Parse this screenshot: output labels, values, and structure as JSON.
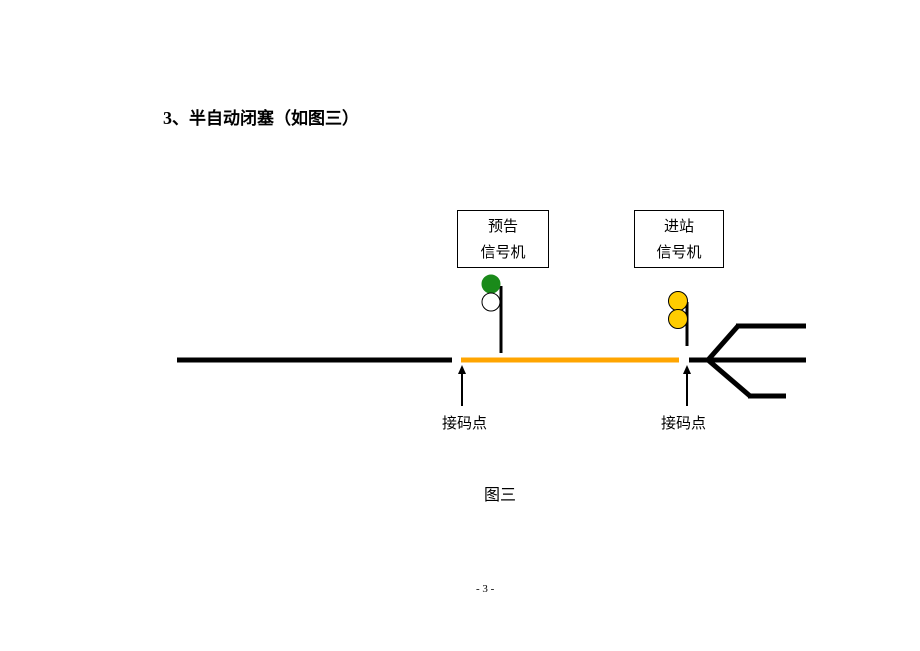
{
  "heading": {
    "number": "3",
    "text": "、半自动闭塞（如图三）"
  },
  "signals": {
    "distant": {
      "line1": "预告",
      "line2": "信号机",
      "lamps": [
        "green",
        "white"
      ]
    },
    "home": {
      "line1": "进站",
      "line2": "信号机",
      "lamps": [
        "yellow",
        "yellow"
      ]
    }
  },
  "coding_points": {
    "left_label": "接码点",
    "right_label": "接码点"
  },
  "caption": "图三",
  "page_number": "- 3 -",
  "colors": {
    "track": "#000000",
    "coded_section": "#FFA500",
    "green_lamp": "#1A8A1A",
    "white_lamp": "#FFFFFF",
    "yellow_lamp": "#FFCC00"
  }
}
